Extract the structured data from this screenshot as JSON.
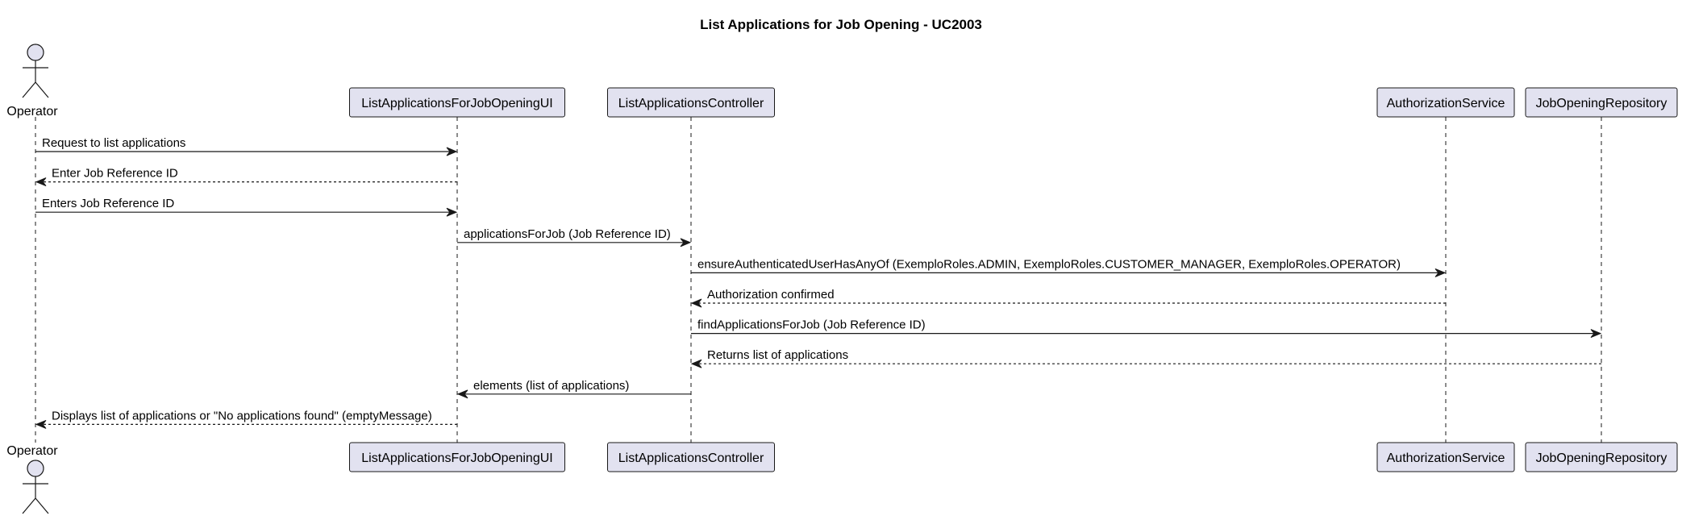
{
  "title": "List Applications for Job Opening - UC2003",
  "colors": {
    "participant_fill": "#E2E2F0",
    "line": "#181818"
  },
  "participants": [
    {
      "id": "operator",
      "label": "Operator",
      "kind": "actor"
    },
    {
      "id": "ui",
      "label": "ListApplicationsForJobOpeningUI",
      "kind": "participant"
    },
    {
      "id": "controller",
      "label": "ListApplicationsController",
      "kind": "participant"
    },
    {
      "id": "auth",
      "label": "AuthorizationService",
      "kind": "participant"
    },
    {
      "id": "repo",
      "label": "JobOpeningRepository",
      "kind": "participant"
    }
  ],
  "messages": [
    {
      "from": "operator",
      "to": "ui",
      "label": "Request to list applications",
      "style": "sync"
    },
    {
      "from": "ui",
      "to": "operator",
      "label": "Enter Job Reference ID",
      "style": "return"
    },
    {
      "from": "operator",
      "to": "ui",
      "label": "Enters Job Reference ID",
      "style": "sync"
    },
    {
      "from": "ui",
      "to": "controller",
      "label": "applicationsForJob (Job Reference ID)",
      "style": "sync"
    },
    {
      "from": "controller",
      "to": "auth",
      "label": "ensureAuthenticatedUserHasAnyOf (ExemploRoles.ADMIN, ExemploRoles.CUSTOMER_MANAGER, ExemploRoles.OPERATOR)",
      "style": "sync"
    },
    {
      "from": "auth",
      "to": "controller",
      "label": "Authorization confirmed",
      "style": "return"
    },
    {
      "from": "controller",
      "to": "repo",
      "label": "findApplicationsForJob (Job Reference ID)",
      "style": "sync"
    },
    {
      "from": "repo",
      "to": "controller",
      "label": "Returns list of applications",
      "style": "return"
    },
    {
      "from": "controller",
      "to": "ui",
      "label": "elements (list of applications)",
      "style": "sync"
    },
    {
      "from": "ui",
      "to": "operator",
      "label": "Displays list of applications or \"No applications found\" (emptyMessage)",
      "style": "return"
    }
  ]
}
